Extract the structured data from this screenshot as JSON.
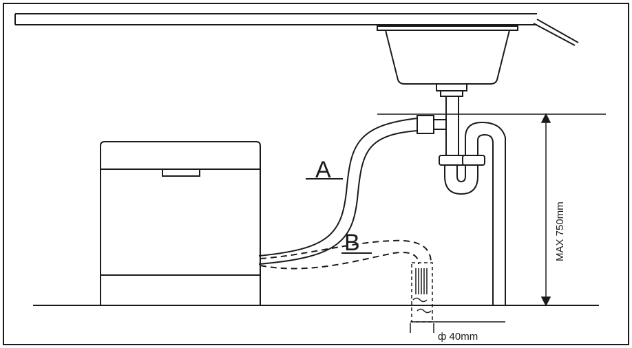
{
  "labels": {
    "hose_a": "A",
    "hose_b": "B",
    "max_height": "MAX 750mm",
    "drain_diameter": "ф 40mm"
  },
  "colors": {
    "line": "#1a1a1a",
    "background": "#ffffff"
  }
}
